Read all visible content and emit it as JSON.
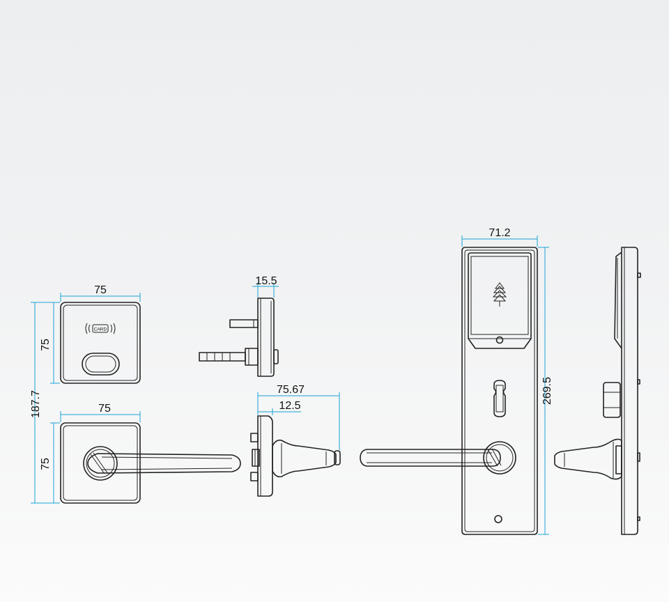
{
  "dimensions": {
    "reader_width": "75",
    "reader_height": "75",
    "overall_height": "187.7",
    "handle_plate_width": "75",
    "handle_plate_height": "75",
    "reader_depth": "15.5",
    "handle_projection": "75.67",
    "handle_base_depth": "12.5",
    "plate_width": "71.2",
    "plate_height": "269.5"
  },
  "labels": {
    "card_badge": "CARD"
  },
  "colors": {
    "dimension_line": "#1aa3d6",
    "outline": "#222222",
    "background_top": "#eceef0"
  }
}
